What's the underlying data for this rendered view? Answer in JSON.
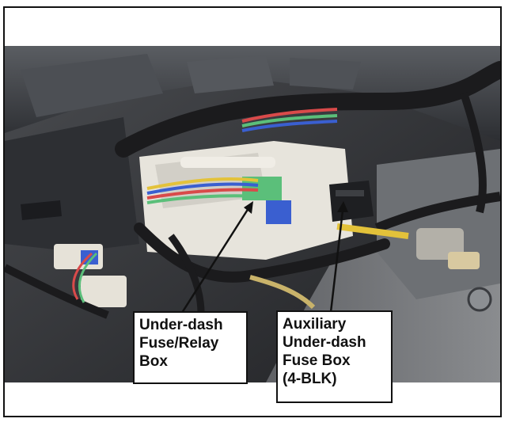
{
  "figure": {
    "labels": [
      {
        "lines": [
          "Under-dash",
          "Fuse/Relay",
          "Box"
        ]
      },
      {
        "lines": [
          "Auxiliary",
          "Under-dash",
          "Fuse Box",
          "(4-BLK)"
        ]
      }
    ]
  },
  "colors": {
    "frame": "#111111",
    "label_background": "#ffffff",
    "harness_tape": "#1b1b1d",
    "connector_blue": "#3a5fd0",
    "connector_green": "#5bbf7a",
    "connector_white": "#e6e2d8",
    "connector_yellow": "#e3c23a"
  }
}
